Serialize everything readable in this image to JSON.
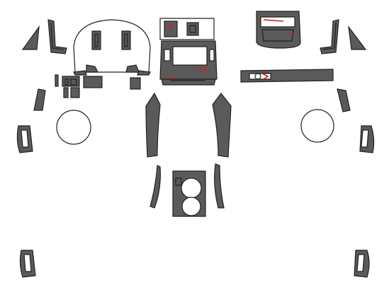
{
  "colors": {
    "background": "#ffffff",
    "piece_fill": "#5a5a5a",
    "outline": "#222222",
    "accent": "#d42020"
  },
  "pieces": [
    {
      "id": "left-a-pillar-trim"
    },
    {
      "id": "left-door-trim"
    },
    {
      "id": "instrument-cluster-bezel"
    },
    {
      "id": "center-console-panel"
    },
    {
      "id": "glovebox-panel"
    },
    {
      "id": "right-door-trim"
    },
    {
      "id": "right-a-pillar-trim"
    },
    {
      "id": "switch-panel"
    },
    {
      "id": "passenger-dash-strip"
    },
    {
      "id": "left-side-trim"
    },
    {
      "id": "right-side-trim"
    },
    {
      "id": "left-vent-ring"
    },
    {
      "id": "right-vent-ring"
    },
    {
      "id": "left-door-handle-trim"
    },
    {
      "id": "right-door-handle-trim"
    },
    {
      "id": "left-console-curve"
    },
    {
      "id": "right-console-curve"
    },
    {
      "id": "shifter-panel"
    },
    {
      "id": "left-lower-trim"
    },
    {
      "id": "right-lower-trim"
    },
    {
      "id": "left-rear-handle-trim"
    },
    {
      "id": "right-rear-handle-trim"
    }
  ]
}
